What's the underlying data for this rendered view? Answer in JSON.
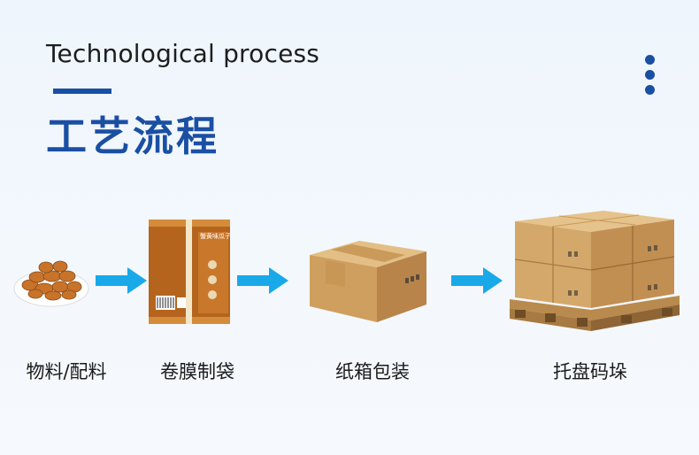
{
  "header": {
    "title_en": "Technological process",
    "title_cn": "工艺流程"
  },
  "steps": [
    {
      "label": "物料/配料",
      "icon": "nuts-pile-icon"
    },
    {
      "label": "卷膜制袋",
      "icon": "snack-bag-icon"
    },
    {
      "label": "纸箱包装",
      "icon": "cardboard-box-icon"
    },
    {
      "label": "托盘码垛",
      "icon": "pallet-stack-icon"
    }
  ],
  "bag": {
    "brand_text": "蟹黄味瓜子"
  },
  "colors": {
    "accent": "#1a4fa3",
    "arrow": "#19a9e8",
    "box": "#d4a86a"
  }
}
